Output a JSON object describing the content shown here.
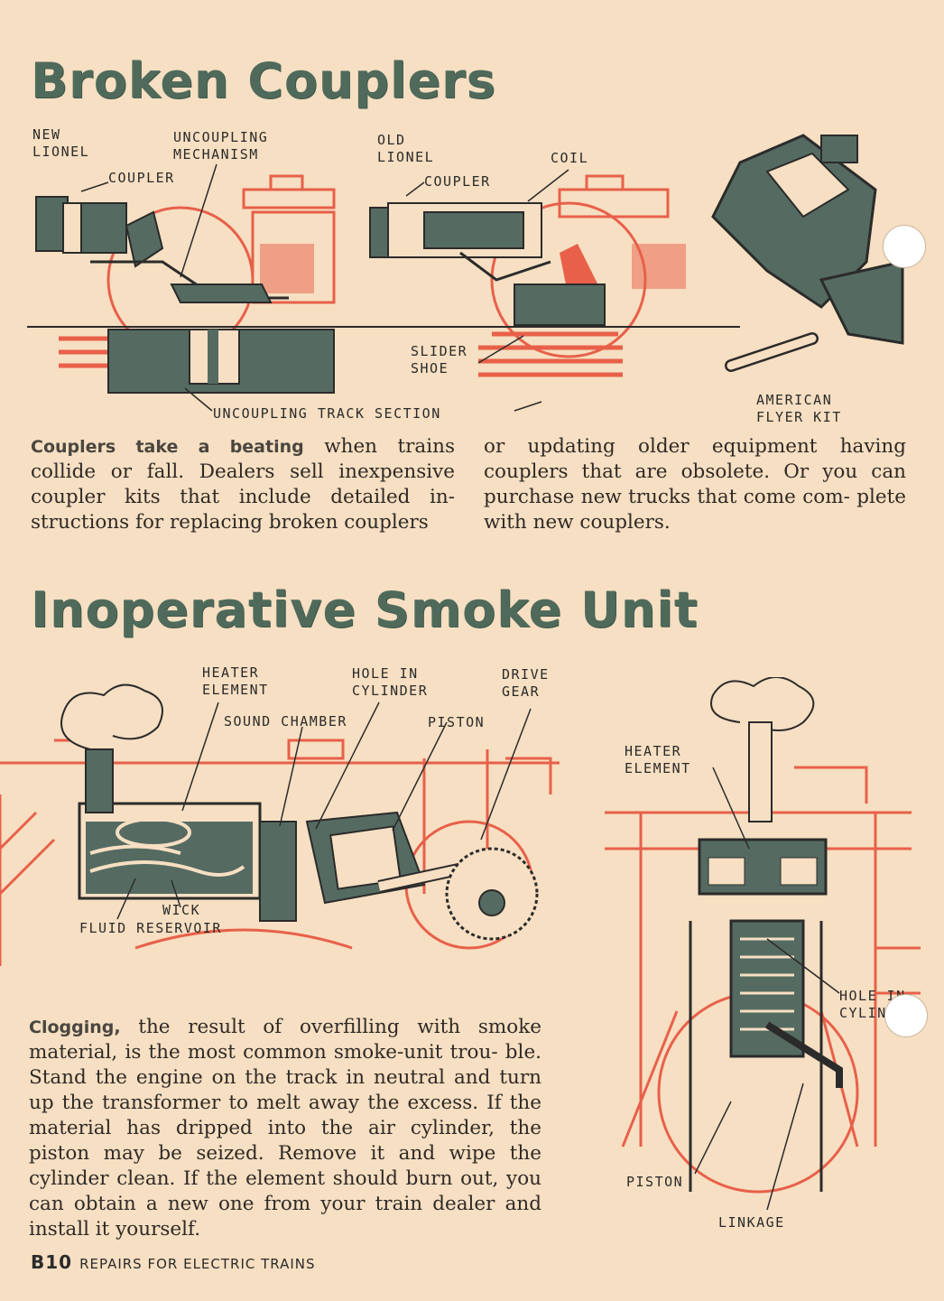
{
  "sections": {
    "couplers": {
      "title": "Broken Couplers",
      "labels": {
        "new_lionel": "NEW\nLIONEL",
        "coupler_1": "COUPLER",
        "uncoupling_mechanism": "UNCOUPLING\nMECHANISM",
        "old_lionel": "OLD\nLIONEL",
        "coupler_2": "COUPLER",
        "coil": "COIL",
        "slider_shoe": "SLIDER\nSHOE",
        "uncoupling_track_section": "UNCOUPLING TRACK SECTION",
        "american_flyer_kit": "AMERICAN\nFLYER KIT"
      },
      "body_lead": "Couplers take a beating",
      "body_col1": " when trains collide or fall. Dealers sell inexpensive coupler kits that include detailed in- structions for replacing broken couplers",
      "body_col2": "or updating older equipment having couplers that are obsolete. Or you can purchase new trucks that come com- plete with new couplers."
    },
    "smoke": {
      "title": "Inoperative Smoke Unit",
      "labels": {
        "heater_element_1": "HEATER\nELEMENT",
        "hole_in_cylinder_1": "HOLE IN\nCYLINDER",
        "drive_gear": "DRIVE\nGEAR",
        "sound_chamber": "SOUND CHAMBER",
        "piston_1": "PISTON",
        "wick": "WICK",
        "fluid_reservoir": "FLUID RESERVOIR",
        "heater_element_2": "HEATER\nELEMENT",
        "hole_in_cylinder_2": "HOLE IN\nCYLIN",
        "piston_2": "PISTON",
        "linkage": "LINKAGE"
      },
      "body_lead": "Clogging,",
      "body": " the result of overfilling with smoke material, is the most common smoke-unit trou- ble. Stand the engine on the track in neutral and turn up the transformer to melt away the excess. If the material has dripped into the air cylinder, the piston may be seized. Remove it and wipe the cylinder clean. If the element should burn out, you can obtain a new one from your train dealer and install it yourself."
    }
  },
  "footer": {
    "page_number": "B10",
    "book_title": "REPAIRS FOR ELECTRIC TRAINS"
  },
  "colors": {
    "paper": "#f6dfc2",
    "heading_green": "#4f6a5b",
    "diagram_gray": "#556b62",
    "diagram_red": "#e8604a"
  }
}
